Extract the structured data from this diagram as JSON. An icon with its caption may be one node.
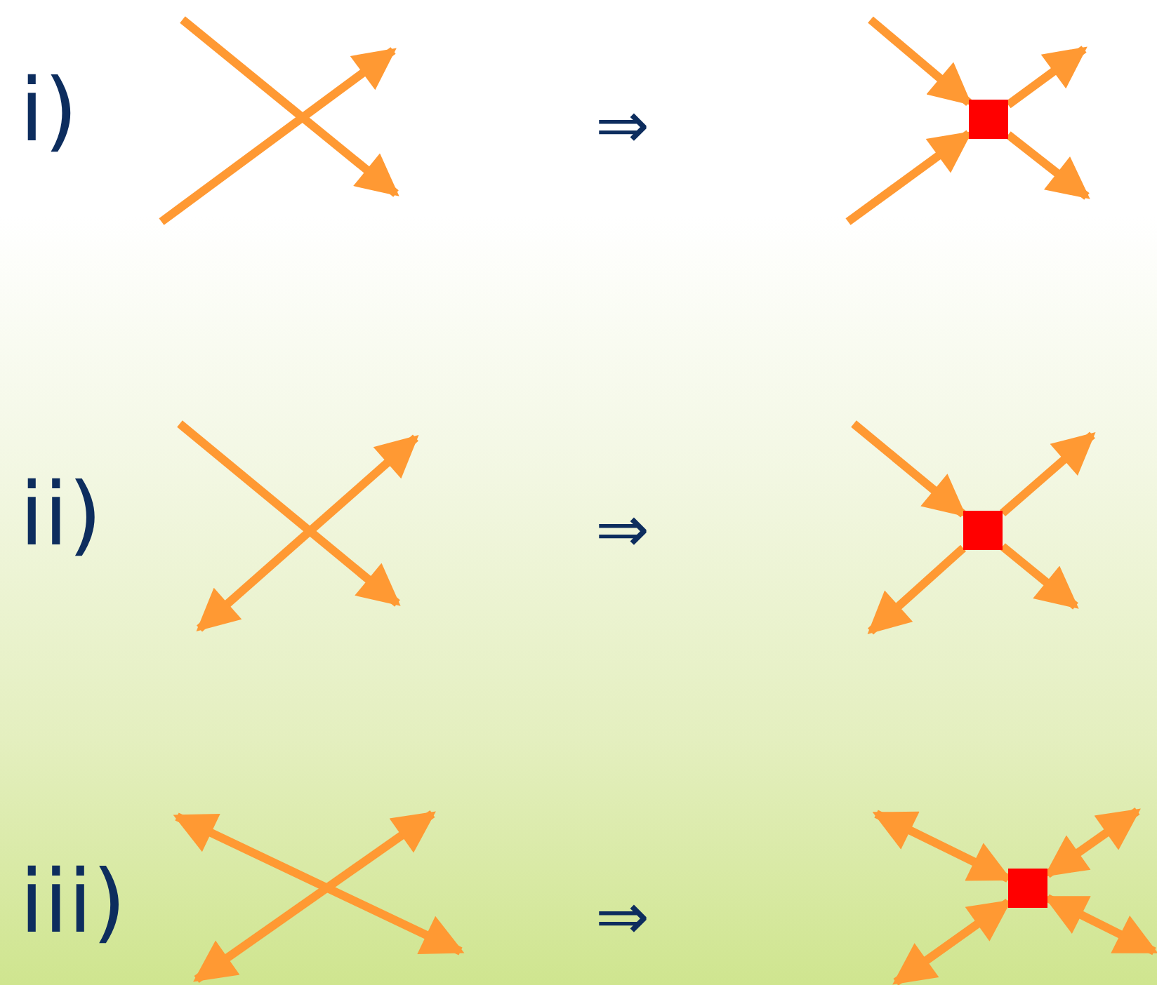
{
  "diagram": {
    "nodes": [
      {
        "text": [],
        "shape": "box"
      },
      {
        "text": [],
        "shape": "box"
      },
      {
        "text": [],
        "shape": "box"
      }
    ],
    "edges": [
      {
        "from": null,
        "to": 0,
        "arrow": "to"
      },
      {
        "from": null,
        "to": 0,
        "arrow": "to"
      },
      {
        "from": 0,
        "to": null,
        "arrow": "to"
      },
      {
        "from": 0,
        "to": null,
        "arrow": "to"
      },
      {
        "from": null,
        "to": 1,
        "arrow": "to"
      },
      {
        "from": 1,
        "to": null,
        "arrow": "to"
      },
      {
        "from": 1,
        "to": null,
        "arrow": "to"
      },
      {
        "from": 1,
        "to": null,
        "arrow": "to"
      },
      {
        "from": 2,
        "to": null,
        "arrow": "both"
      },
      {
        "from": 2,
        "to": null,
        "arrow": "both"
      },
      {
        "from": 2,
        "to": null,
        "arrow": "both"
      },
      {
        "from": 2,
        "to": null,
        "arrow": "both"
      }
    ],
    "labels": [
      "i)",
      "⇒",
      "ii)",
      "⇒",
      "iii)",
      "⇒"
    ]
  }
}
